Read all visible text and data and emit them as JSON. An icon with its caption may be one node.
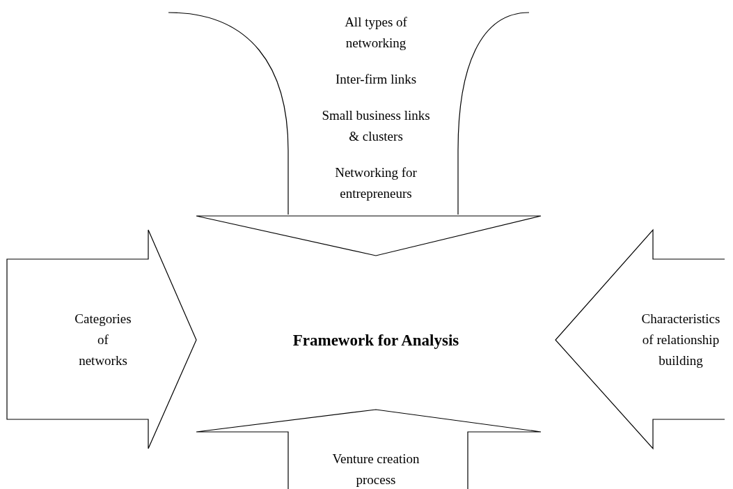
{
  "diagram": {
    "nodes": [
      {
        "text": [
          "All types of networking",
          "Inter-firm links",
          "Small business links & clusters",
          "Networking for entrepreneurs"
        ]
      },
      {
        "text": [
          "Categories of networks"
        ]
      },
      {
        "text": [
          "Framework for Analysis"
        ]
      },
      {
        "text": [
          "Characteristics of relationship building"
        ]
      },
      {
        "text": [
          "Venture creation process"
        ]
      }
    ]
  }
}
